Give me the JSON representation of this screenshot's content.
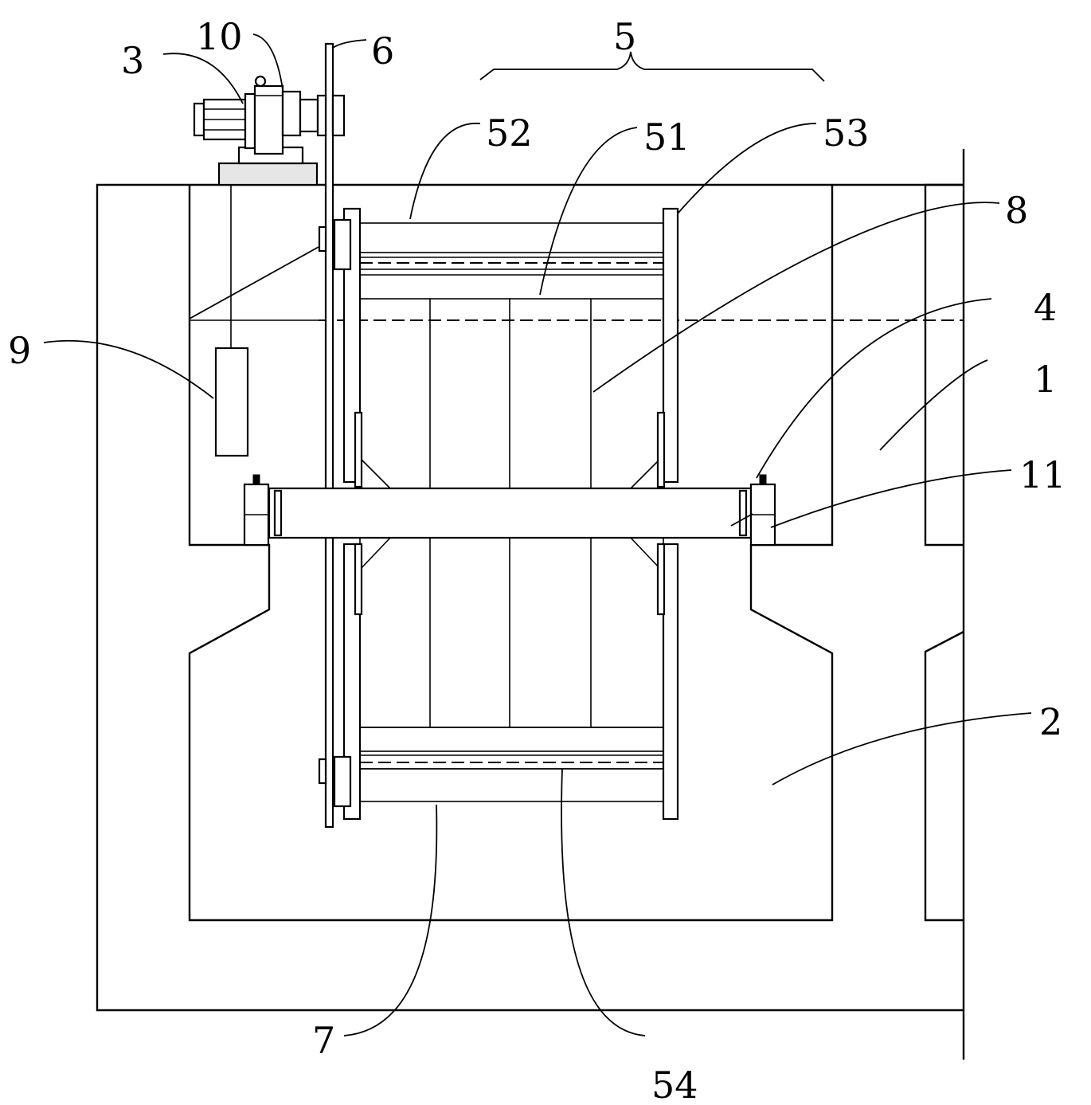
{
  "labels": {
    "l1": "1",
    "l2": "2",
    "l3": "3",
    "l4": "4",
    "l5": "5",
    "l6": "6",
    "l7": "7",
    "l8": "8",
    "l9": "9",
    "l10": "10",
    "l11": "11",
    "l51": "51",
    "l52": "52",
    "l53": "53",
    "l54": "54"
  },
  "colors": {
    "line": "#000000",
    "background": "#ffffff"
  }
}
